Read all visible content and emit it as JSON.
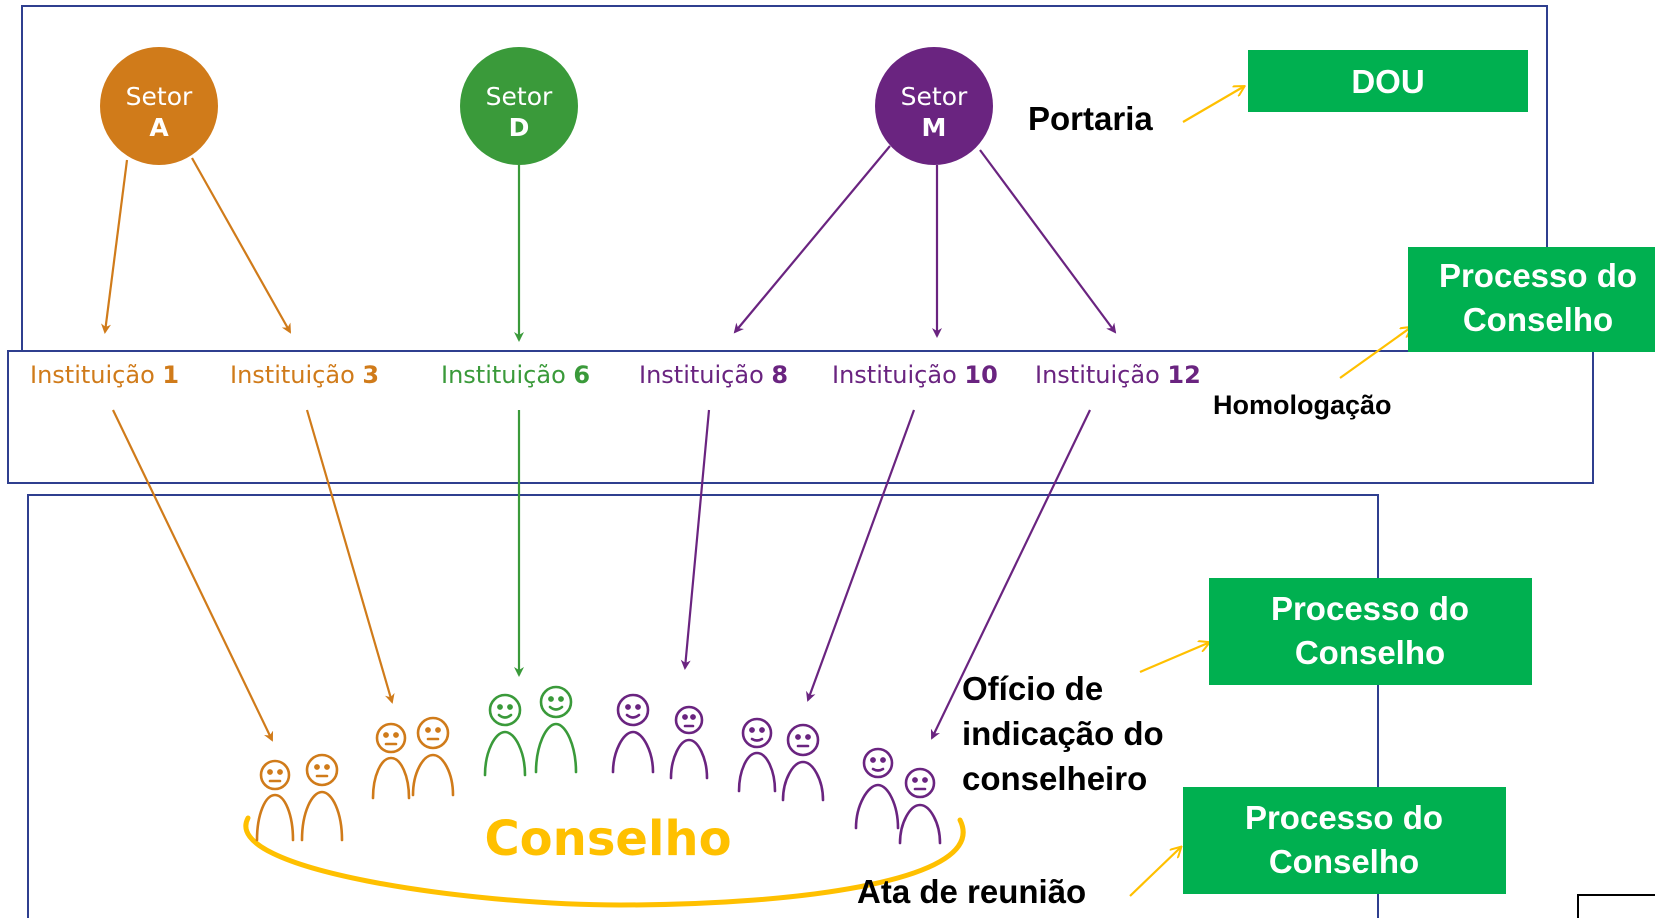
{
  "colors": {
    "orange": "#d07b1a",
    "green": "#3a9a3a",
    "purple": "#6a2480",
    "yellow": "#ffc000",
    "box_green": "#00b050",
    "frame_blue": "#2f3f8f"
  },
  "sectors": [
    {
      "line1": "Setor",
      "line2": "A",
      "color": "orange"
    },
    {
      "line1": "Setor",
      "line2": "D",
      "color": "green"
    },
    {
      "line1": "Setor",
      "line2": "M",
      "color": "purple"
    }
  ],
  "institutions": [
    {
      "name": "Instituição",
      "number": "1",
      "color": "orange"
    },
    {
      "name": "Instituição",
      "number": "3",
      "color": "orange"
    },
    {
      "name": "Instituição",
      "number": "6",
      "color": "green"
    },
    {
      "name": "Instituição",
      "number": "8",
      "color": "purple"
    },
    {
      "name": "Instituição",
      "number": "10",
      "color": "purple"
    },
    {
      "name": "Instituição",
      "number": "12",
      "color": "purple"
    }
  ],
  "council": {
    "title": "Conselho"
  },
  "annotations": {
    "portaria": "Portaria",
    "homologacao": "Homologação",
    "oficio_line1": "Ofício de",
    "oficio_line2": "indicação do",
    "oficio_line3": "conselheiro",
    "ata": "Ata de reunião"
  },
  "green_boxes": {
    "dou": "DOU",
    "processo_line1": "Processo do",
    "processo_line2": "Conselho"
  }
}
